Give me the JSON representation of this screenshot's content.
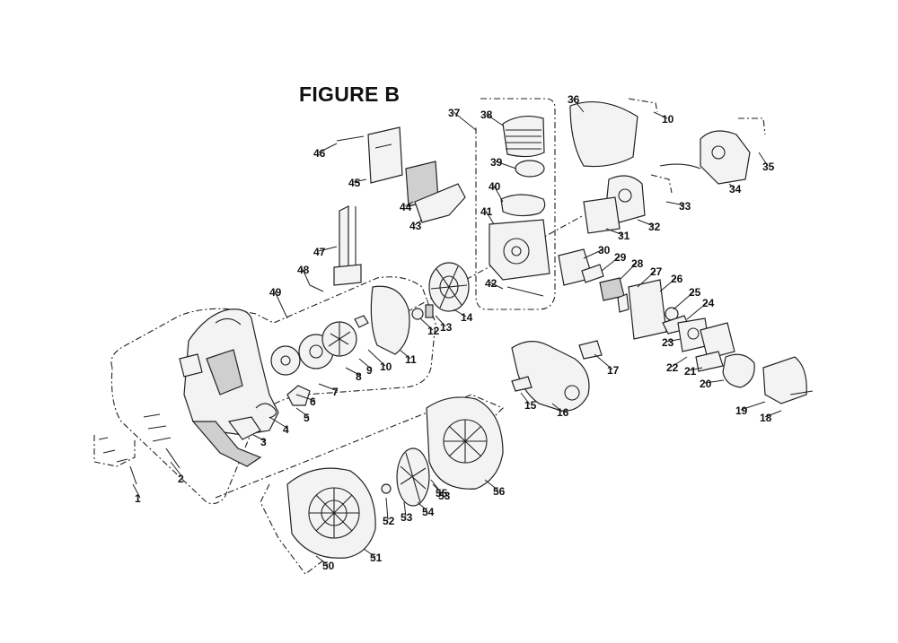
{
  "figure": {
    "title": "FIGURE B"
  },
  "callouts": [
    {
      "label": "1"
    },
    {
      "label": "2"
    },
    {
      "label": "3"
    },
    {
      "label": "4"
    },
    {
      "label": "5"
    },
    {
      "label": "6"
    },
    {
      "label": "7"
    },
    {
      "label": "8"
    },
    {
      "label": "9"
    },
    {
      "label": "10"
    },
    {
      "label": "11"
    },
    {
      "label": "12"
    },
    {
      "label": "13"
    },
    {
      "label": "14"
    },
    {
      "label": "15"
    },
    {
      "label": "16"
    },
    {
      "label": "17"
    },
    {
      "label": "18"
    },
    {
      "label": "19"
    },
    {
      "label": "20"
    },
    {
      "label": "21"
    },
    {
      "label": "22"
    },
    {
      "label": "23"
    },
    {
      "label": "24"
    },
    {
      "label": "25"
    },
    {
      "label": "26"
    },
    {
      "label": "27"
    },
    {
      "label": "28"
    },
    {
      "label": "29"
    },
    {
      "label": "30"
    },
    {
      "label": "31"
    },
    {
      "label": "32"
    },
    {
      "label": "33"
    },
    {
      "label": "34"
    },
    {
      "label": "35"
    },
    {
      "label": "36"
    },
    {
      "label": "37"
    },
    {
      "label": "38"
    },
    {
      "label": "39"
    },
    {
      "label": "40"
    },
    {
      "label": "41"
    },
    {
      "label": "42"
    },
    {
      "label": "43"
    },
    {
      "label": "44"
    },
    {
      "label": "45"
    },
    {
      "label": "46"
    },
    {
      "label": "47"
    },
    {
      "label": "48"
    },
    {
      "label": "49"
    },
    {
      "label": "50"
    },
    {
      "label": "51"
    },
    {
      "label": "52"
    },
    {
      "label": "53"
    },
    {
      "label": "54"
    },
    {
      "label": "55"
    },
    {
      "label": "56"
    },
    {
      "label": "10"
    },
    {
      "label": "53"
    }
  ]
}
